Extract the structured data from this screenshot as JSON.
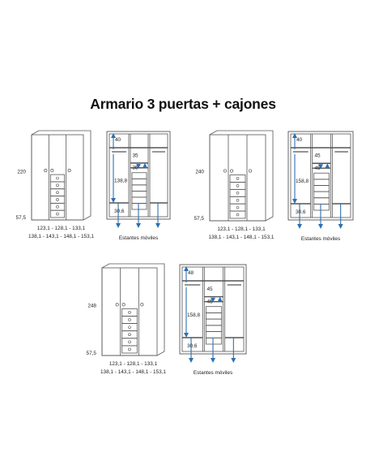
{
  "title": "Armario 3 puertas +  cajones",
  "units": [
    {
      "height_label": "220",
      "plinth_label": "57,5",
      "width_line_1": "123,1 - 128,1 - 133,1",
      "width_line_2": "138,1 - 143,1 - 148,1 - 153,1",
      "top_shelf_label": "40",
      "drawer_depth_label": "35",
      "drawer_depth_label_2": "35",
      "hanging_label": "138,8",
      "bottom_label": "30,6",
      "shelves_caption": "Estantes móviles"
    },
    {
      "height_label": "240",
      "plinth_label": "57,5",
      "width_line_1": "123,1 - 128,1 - 133,1",
      "width_line_2": "138,1 - 143,1 - 148,1 - 153,1",
      "top_shelf_label": "40",
      "drawer_depth_label": "45",
      "drawer_depth_label_2": "45",
      "hanging_label": "158,8",
      "bottom_label": "30,6",
      "shelves_caption": "Estantes móviles"
    },
    {
      "height_label": "248",
      "plinth_label": "57,5",
      "width_line_1": "123,1 - 128,1 - 133,1",
      "width_line_2": "138,1 - 143,1 - 148,1 - 153,1",
      "top_shelf_label": "48",
      "drawer_depth_label": "45",
      "drawer_depth_label_2": "45",
      "hanging_label": "158,8",
      "bottom_label": "30,6",
      "shelves_caption": "Estantes móviles"
    }
  ],
  "colors": {
    "line": "#555555",
    "arrow": "#2f6fb0",
    "text": "#222222"
  }
}
